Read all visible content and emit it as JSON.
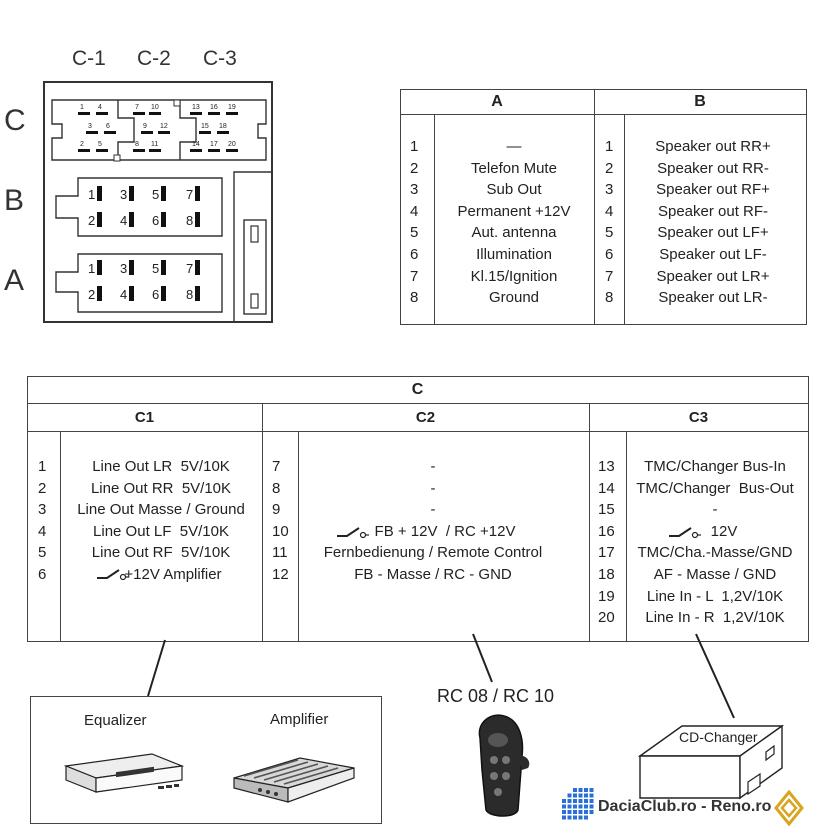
{
  "connector": {
    "col_labels": [
      "C-1",
      "C-2",
      "C-3"
    ],
    "row_labels": [
      "C",
      "B",
      "A"
    ],
    "c_pins": [
      "1",
      "4",
      "7",
      "10",
      "13",
      "16",
      "19",
      "3",
      "6",
      "9",
      "12",
      "15",
      "18",
      "2",
      "5",
      "8",
      "11",
      "14",
      "17",
      "20"
    ],
    "b_pins": [
      "1",
      "3",
      "5",
      "7",
      "2",
      "4",
      "6",
      "8"
    ],
    "a_pins": [
      "1",
      "3",
      "5",
      "7",
      "2",
      "4",
      "6",
      "8"
    ]
  },
  "table_ab": {
    "headers": [
      "A",
      "B"
    ],
    "a_rows": [
      {
        "num": "1",
        "label": "—"
      },
      {
        "num": "2",
        "label": "Telefon Mute"
      },
      {
        "num": "3",
        "label": "Sub Out"
      },
      {
        "num": "4",
        "label": "Permanent +12V"
      },
      {
        "num": "5",
        "label": "Aut. antenna"
      },
      {
        "num": "6",
        "label": "Illumination"
      },
      {
        "num": "7",
        "label": "Kl.15/Ignition"
      },
      {
        "num": "8",
        "label": "Ground"
      }
    ],
    "b_rows": [
      {
        "num": "1",
        "label": "Speaker out RR+"
      },
      {
        "num": "2",
        "label": "Speaker out RR-"
      },
      {
        "num": "3",
        "label": "Speaker out RF+"
      },
      {
        "num": "4",
        "label": "Speaker out RF-"
      },
      {
        "num": "5",
        "label": "Speaker out LF+"
      },
      {
        "num": "6",
        "label": "Speaker out LF-"
      },
      {
        "num": "7",
        "label": "Speaker out LR+"
      },
      {
        "num": "8",
        "label": "Speaker out LR-"
      }
    ]
  },
  "table_c": {
    "title": "C",
    "sub_headers": [
      "C1",
      "C2",
      "C3"
    ],
    "c1_rows": [
      {
        "num": "1",
        "label": "Line Out LR  5V/10K"
      },
      {
        "num": "2",
        "label": "Line Out RR  5V/10K"
      },
      {
        "num": "3",
        "label": "Line Out Masse / Ground"
      },
      {
        "num": "4",
        "label": "Line Out LF  5V/10K"
      },
      {
        "num": "5",
        "label": "Line Out RF  5V/10K"
      },
      {
        "num": "6",
        "label": "+12V Amplifier"
      }
    ],
    "c2_rows": [
      {
        "num": "7",
        "label": "-"
      },
      {
        "num": "8",
        "label": "-"
      },
      {
        "num": "9",
        "label": "-"
      },
      {
        "num": "10",
        "label": "FB + 12V  / RC +12V"
      },
      {
        "num": "11",
        "label": "Fernbedienung / Remote Control"
      },
      {
        "num": "12",
        "label": "FB - Masse / RC - GND"
      }
    ],
    "c3_rows": [
      {
        "num": "13",
        "label": "TMC/Changer Bus-In"
      },
      {
        "num": "14",
        "label": "TMC/Changer  Bus-Out"
      },
      {
        "num": "15",
        "label": "-"
      },
      {
        "num": "16",
        "label": "12V"
      },
      {
        "num": "17",
        "label": "TMC/Cha.-Masse/GND"
      },
      {
        "num": "18",
        "label": "AF - Masse / GND"
      },
      {
        "num": "19",
        "label": "Line In - L  1,2V/10K"
      },
      {
        "num": "20",
        "label": "Line In - R  1,2V/10K"
      }
    ]
  },
  "devices": {
    "equalizer": "Equalizer",
    "amplifier": "Amplifier",
    "remote": "RC 08 / RC 10",
    "changer": "CD-Changer"
  },
  "watermark": {
    "text": "DaciaClub.ro - Reno.ro",
    "accent": "#2a6fd6",
    "logo_color": "#d9a520"
  }
}
